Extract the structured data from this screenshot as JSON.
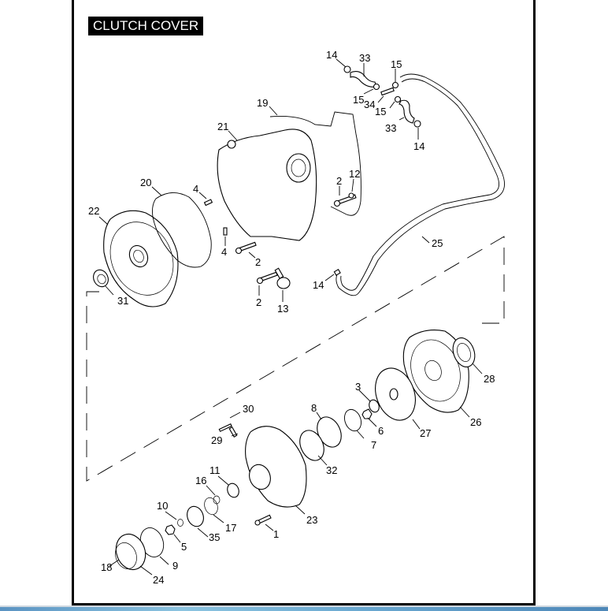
{
  "title": "CLUTCH COVER",
  "callouts": [
    {
      "id": "c1",
      "text": "1"
    },
    {
      "id": "c2a",
      "text": "2"
    },
    {
      "id": "c2b",
      "text": "2"
    },
    {
      "id": "c2c",
      "text": "2"
    },
    {
      "id": "c3",
      "text": "3"
    },
    {
      "id": "c4a",
      "text": "4"
    },
    {
      "id": "c4b",
      "text": "4"
    },
    {
      "id": "c5",
      "text": "5"
    },
    {
      "id": "c6",
      "text": "6"
    },
    {
      "id": "c7",
      "text": "7"
    },
    {
      "id": "c8",
      "text": "8"
    },
    {
      "id": "c9",
      "text": "9"
    },
    {
      "id": "c10",
      "text": "10"
    },
    {
      "id": "c11",
      "text": "11"
    },
    {
      "id": "c12",
      "text": "12"
    },
    {
      "id": "c13",
      "text": "13"
    },
    {
      "id": "c14a",
      "text": "14"
    },
    {
      "id": "c14b",
      "text": "14"
    },
    {
      "id": "c14c",
      "text": "14"
    },
    {
      "id": "c15a",
      "text": "15"
    },
    {
      "id": "c15b",
      "text": "15"
    },
    {
      "id": "c15c",
      "text": "15"
    },
    {
      "id": "c16",
      "text": "16"
    },
    {
      "id": "c17",
      "text": "17"
    },
    {
      "id": "c18",
      "text": "18"
    },
    {
      "id": "c19",
      "text": "19"
    },
    {
      "id": "c20",
      "text": "20"
    },
    {
      "id": "c21",
      "text": "21"
    },
    {
      "id": "c22",
      "text": "22"
    },
    {
      "id": "c23",
      "text": "23"
    },
    {
      "id": "c24",
      "text": "24"
    },
    {
      "id": "c25",
      "text": "25"
    },
    {
      "id": "c26",
      "text": "26"
    },
    {
      "id": "c27",
      "text": "27"
    },
    {
      "id": "c28",
      "text": "28"
    },
    {
      "id": "c29",
      "text": "29"
    },
    {
      "id": "c30",
      "text": "30"
    },
    {
      "id": "c31",
      "text": "31"
    },
    {
      "id": "c32",
      "text": "32"
    },
    {
      "id": "c33a",
      "text": "33"
    },
    {
      "id": "c33b",
      "text": "33"
    },
    {
      "id": "c34",
      "text": "34"
    },
    {
      "id": "c35",
      "text": "35"
    }
  ],
  "colors": {
    "frame": "#000000",
    "title_bg": "#000000",
    "title_fg": "#ffffff",
    "bottom_bar": "#6aa8d0"
  }
}
